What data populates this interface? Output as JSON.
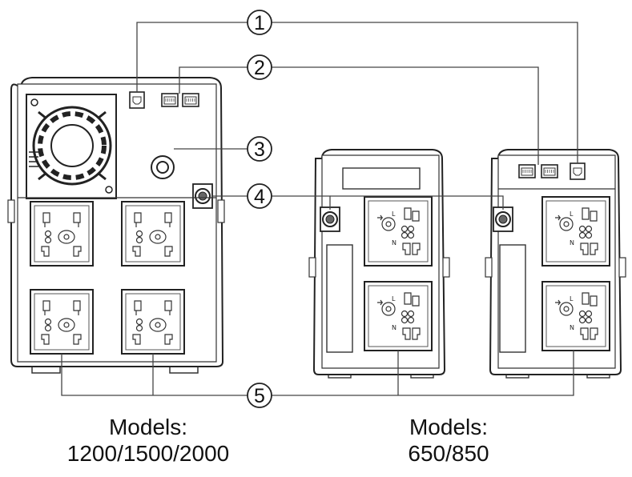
{
  "callouts": [
    {
      "label": "1"
    },
    {
      "label": "2"
    },
    {
      "label": "3"
    },
    {
      "label": "4"
    },
    {
      "label": "5"
    }
  ],
  "captions": {
    "left": {
      "line1": "Models:",
      "line2": "1200/1500/2000"
    },
    "right": {
      "line1": "Models:",
      "line2": "650/850"
    }
  }
}
